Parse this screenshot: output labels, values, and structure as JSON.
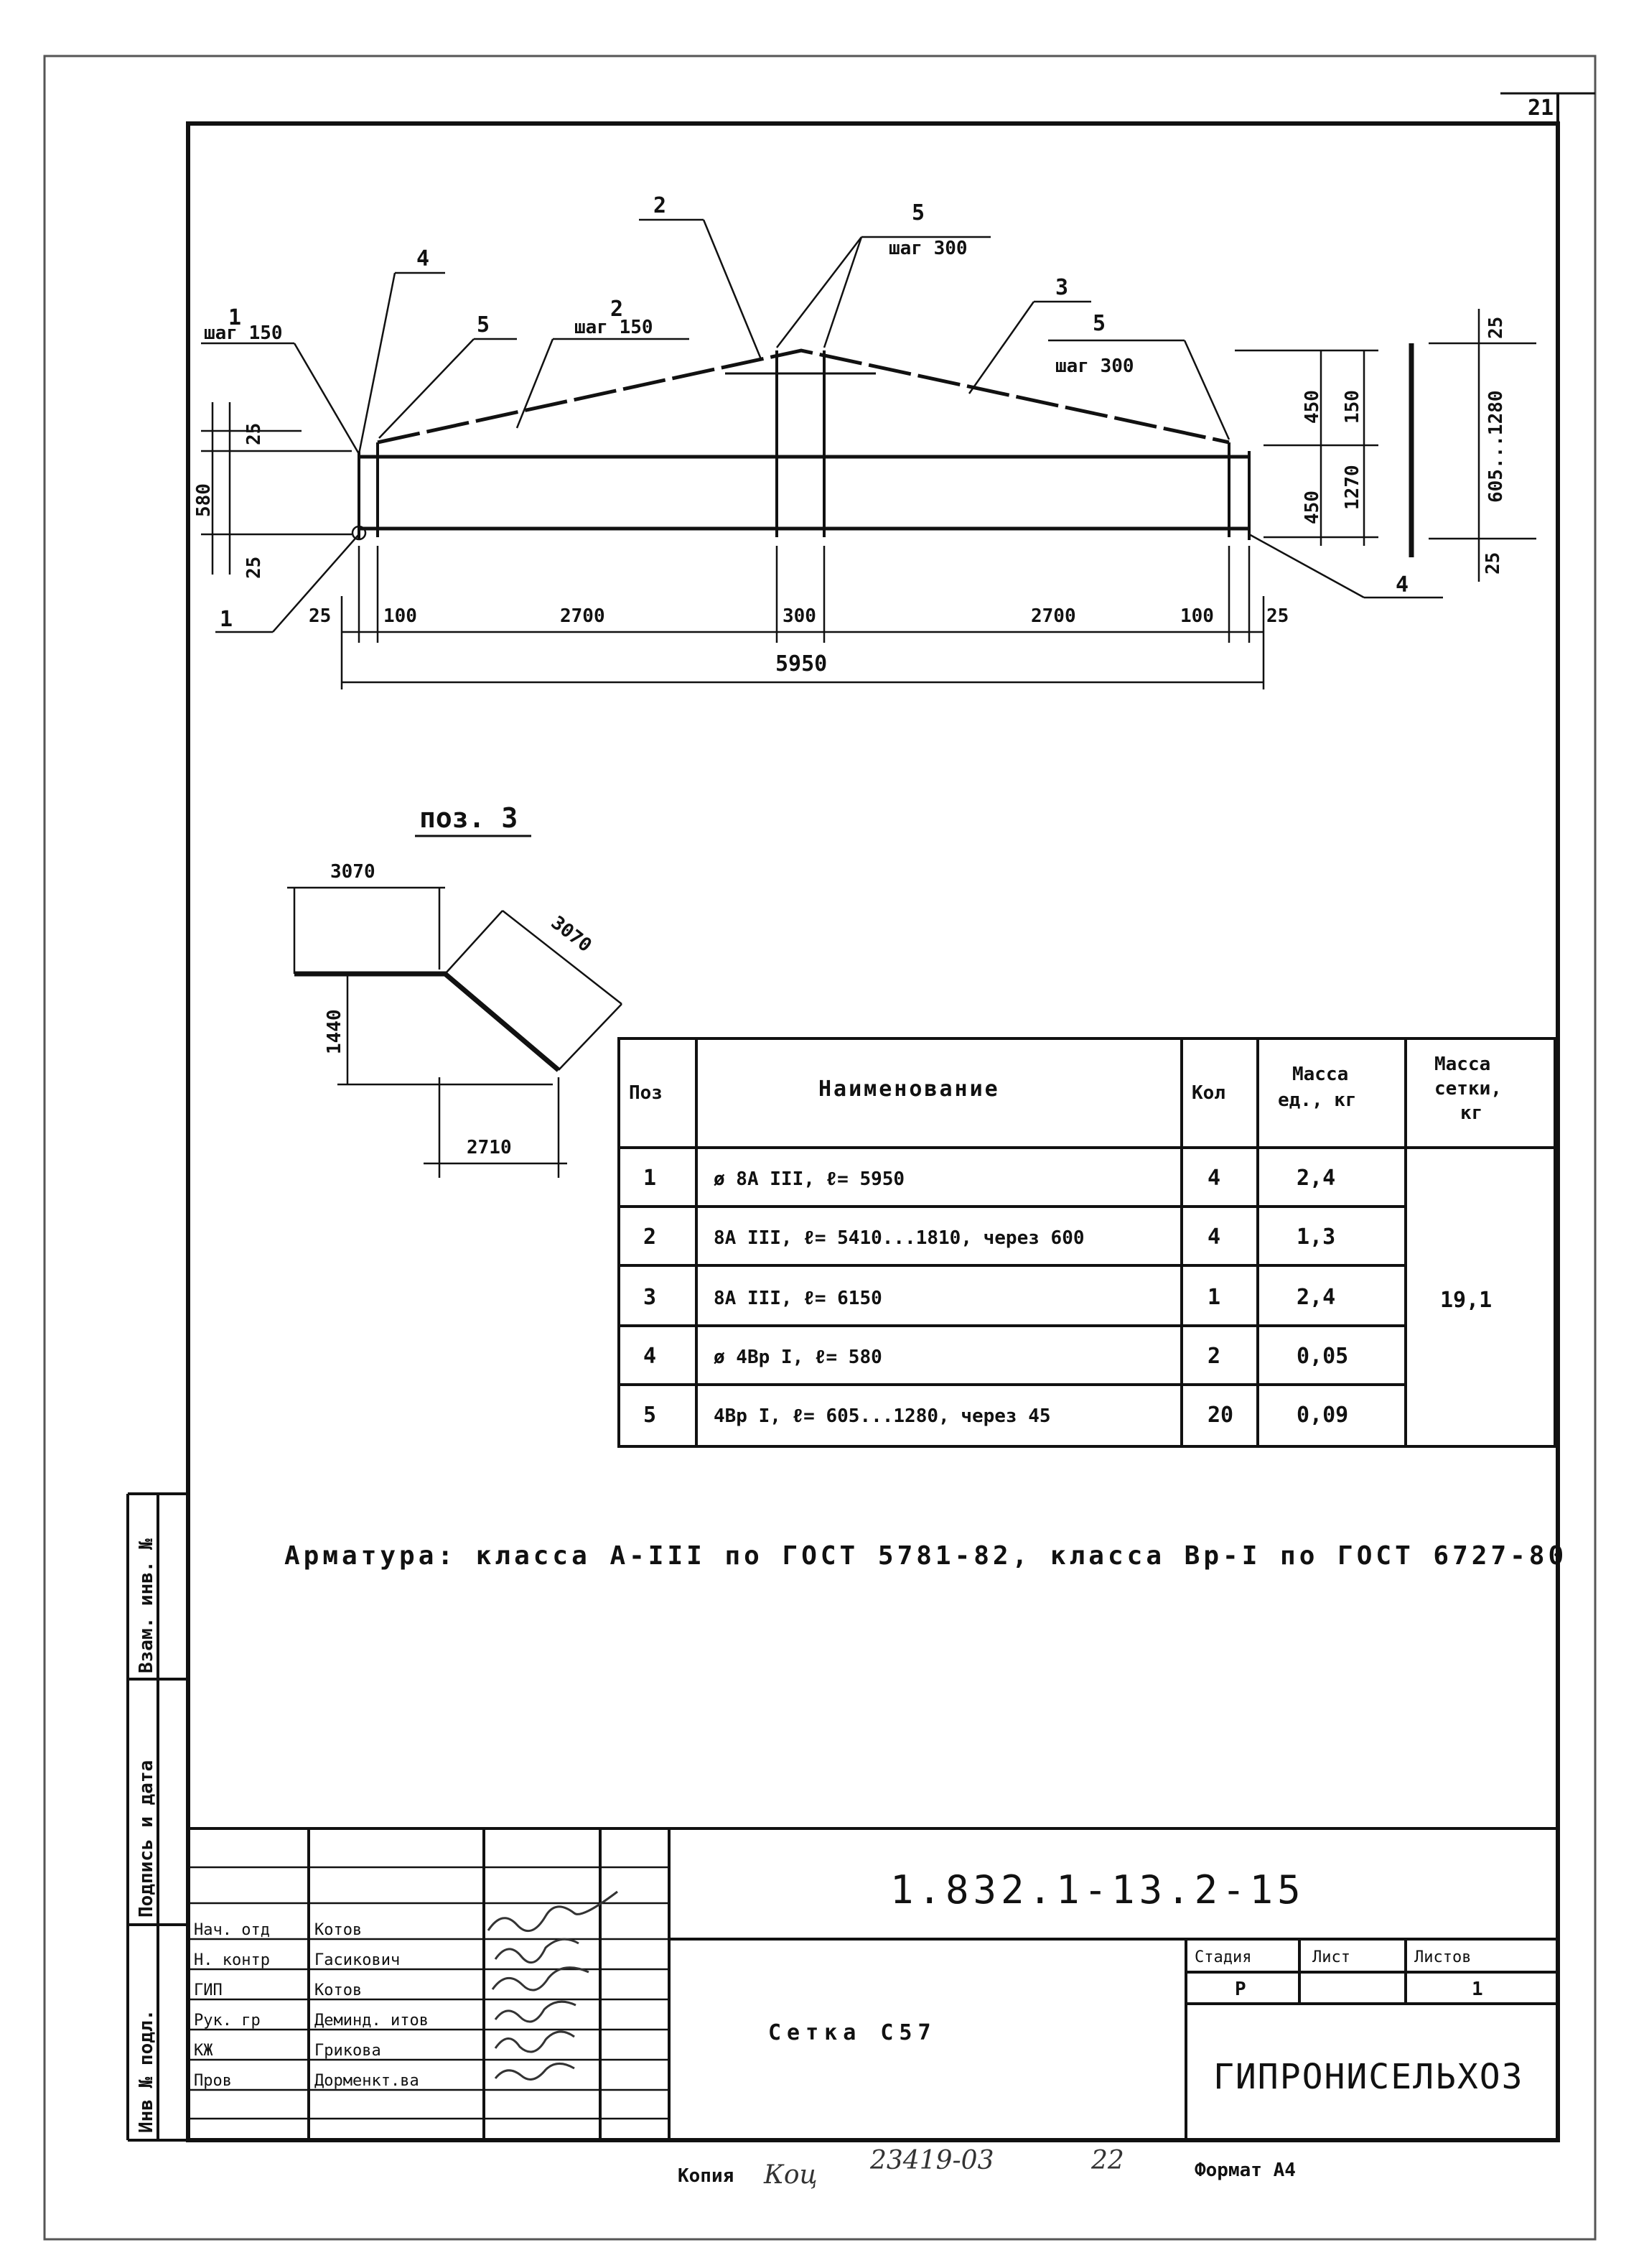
{
  "sheet_corner": "21",
  "drawing": {
    "callouts": {
      "pos1_top": "1",
      "pos1_top_step": "шаг 150",
      "pos4_top": "4",
      "pos5_left": "5",
      "pos2_left": "2",
      "pos2_left_step": "шаг 150",
      "pos2_top": "2",
      "pos5_top": "5",
      "pos5_top_step": "шаг 300",
      "pos3": "3",
      "pos5_right": "5",
      "pos5_right_step": "шаг 300",
      "pos1_bottom": "1",
      "pos4_bottom": "4"
    },
    "dims_horizontal": [
      "25",
      "100",
      "2700",
      "300",
      "2700",
      "100",
      "25"
    ],
    "dim_total": "5950",
    "dims_left": [
      "25",
      "580",
      "25"
    ],
    "dims_right": [
      "450",
      "150",
      "1270",
      "450"
    ],
    "detail_dims": [
      "25",
      "605...1280",
      "25"
    ]
  },
  "poz3": {
    "title": "поз. 3",
    "dims": [
      "3070",
      "3070",
      "1440",
      "2710"
    ]
  },
  "spec_table": {
    "headers": [
      "Поз",
      "Наименование",
      "Кол",
      "Масса ед., кг",
      "Масса сетки, кг"
    ],
    "rows": [
      {
        "pos": "1",
        "name": "ø 8А III,    ℓ= 5950",
        "qty": "4",
        "mass": "2,4"
      },
      {
        "pos": "2",
        "name": "8А III,    ℓ= 5410...1810, через 600",
        "qty": "4",
        "mass": "1,3"
      },
      {
        "pos": "3",
        "name": "8А III,    ℓ= 6150",
        "qty": "1",
        "mass": "2,4"
      },
      {
        "pos": "4",
        "name": "ø 4Вр I,    ℓ= 580",
        "qty": "2",
        "mass": "0,05"
      },
      {
        "pos": "5",
        "name": "4Вр I,    ℓ= 605...1280, через 45",
        "qty": "20",
        "mass": "0,09"
      }
    ],
    "mesh_mass": "19,1"
  },
  "note": "Арматура: класса А-III по ГОСТ 5781-82, класса Вр-I по ГОСТ 6727-80",
  "side_stamp": [
    "Взам. инв. №",
    "Подпись и дата",
    "Инв № подл."
  ],
  "title_block": {
    "code": "1.832.1-13.2-15",
    "name": "Сетка С57",
    "staff": [
      {
        "role": "Нач. отд",
        "name": "Котов"
      },
      {
        "role": "Н. контр",
        "name": "Гасикович"
      },
      {
        "role": "ГИП",
        "name": "Котов"
      },
      {
        "role": "Рук. гр",
        "name": "Деминд. итов"
      },
      {
        "role": "КЖ",
        "name": "Грикова"
      },
      {
        "role": "Пров",
        "name": "Дорменкт.ва"
      }
    ],
    "stage_label": "Стадия",
    "sheet_label": "Лист",
    "sheets_label": "Листов",
    "stage": "Р",
    "sheet": "",
    "sheets": "1",
    "org": "ГИПРОНИСЕЛЬХОЗ"
  },
  "footer": {
    "copied": "Копия",
    "copied_by": "Коц",
    "number": "23419-03",
    "page": "22",
    "format": "Формат А4"
  }
}
